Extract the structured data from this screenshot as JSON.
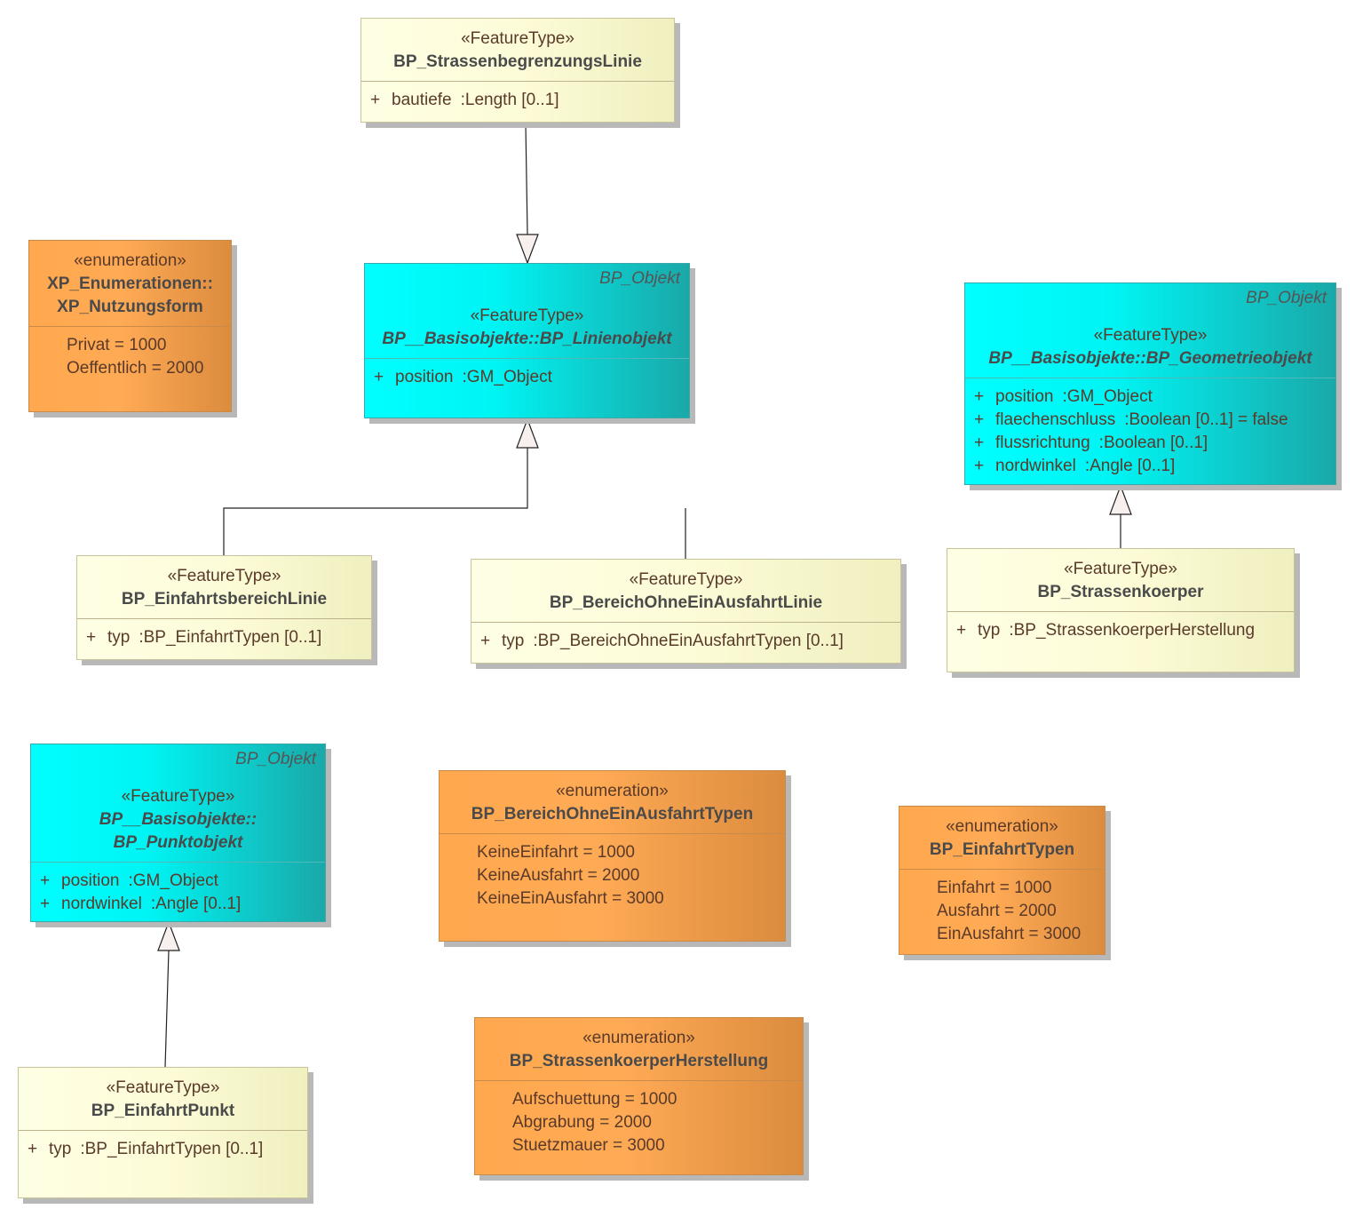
{
  "stereotypes": {
    "feature": "«FeatureType»",
    "enum": "«enumeration»"
  },
  "classes": {
    "strassenbegrenzung": {
      "name": "BP_StrassenbegrenzungsLinie",
      "attrs": [
        {
          "vis": "+",
          "name": "bautiefe",
          "type": ":Length [0..1]"
        }
      ]
    },
    "nutzungsform": {
      "name_line1": "XP_Enumerationen::",
      "name_line2": "XP_Nutzungsform",
      "literals": [
        "Privat = 1000",
        "Oeffentlich = 2000"
      ]
    },
    "linienobjekt": {
      "parent": "BP_Objekt",
      "name": "BP__Basisobjekte::BP_Linienobjekt",
      "attrs": [
        {
          "vis": "+",
          "name": "position",
          "type": ":GM_Object"
        }
      ]
    },
    "geometrieobjekt": {
      "parent": "BP_Objekt",
      "name": "BP__Basisobjekte::BP_Geometrieobjekt",
      "attrs": [
        {
          "vis": "+",
          "name": "position",
          "type": ":GM_Object"
        },
        {
          "vis": "+",
          "name": "flaechenschluss",
          "type": ":Boolean [0..1] = false"
        },
        {
          "vis": "+",
          "name": "flussrichtung",
          "type": ":Boolean [0..1]"
        },
        {
          "vis": "+",
          "name": "nordwinkel",
          "type": ":Angle [0..1]"
        }
      ]
    },
    "einfahrtsbereich": {
      "name": "BP_EinfahrtsbereichLinie",
      "attrs": [
        {
          "vis": "+",
          "name": "typ",
          "type": ":BP_EinfahrtTypen [0..1]"
        }
      ]
    },
    "bereichohne": {
      "name": "BP_BereichOhneEinAusfahrtLinie",
      "attrs": [
        {
          "vis": "+",
          "name": "typ",
          "type": ":BP_BereichOhneEinAusfahrtTypen [0..1]"
        }
      ]
    },
    "strassenkoerper": {
      "name": "BP_Strassenkoerper",
      "attrs": [
        {
          "vis": "+",
          "name": "typ",
          "type": ":BP_StrassenkoerperHerstellung"
        }
      ]
    },
    "punktobjekt": {
      "parent": "BP_Objekt",
      "name_line1": "BP__Basisobjekte::",
      "name_line2": "BP_Punktobjekt",
      "attrs": [
        {
          "vis": "+",
          "name": "position",
          "type": ":GM_Object"
        },
        {
          "vis": "+",
          "name": "nordwinkel",
          "type": ":Angle [0..1]"
        }
      ]
    },
    "bereichtypen": {
      "name": "BP_BereichOhneEinAusfahrtTypen",
      "literals": [
        "KeineEinfahrt = 1000",
        "KeineAusfahrt = 2000",
        "KeineEinAusfahrt = 3000"
      ]
    },
    "einfahrttypen": {
      "name": "BP_EinfahrtTypen",
      "literals": [
        "Einfahrt = 1000",
        "Ausfahrt = 2000",
        "EinAusfahrt = 3000"
      ]
    },
    "einfahrtpunkt": {
      "name": "BP_EinfahrtPunkt",
      "attrs": [
        {
          "vis": "+",
          "name": "typ",
          "type": ":BP_EinfahrtTypen [0..1]"
        }
      ]
    },
    "herstellung": {
      "name": "BP_StrassenkoerperHerstellung",
      "literals": [
        "Aufschuettung = 1000",
        "Abgrabung = 2000",
        "Stuetzmauer = 3000"
      ]
    }
  },
  "colors": {
    "feature_type": "#fdfcd8",
    "abstract_type": "#00ffff",
    "enumeration": "#ffa84e"
  }
}
